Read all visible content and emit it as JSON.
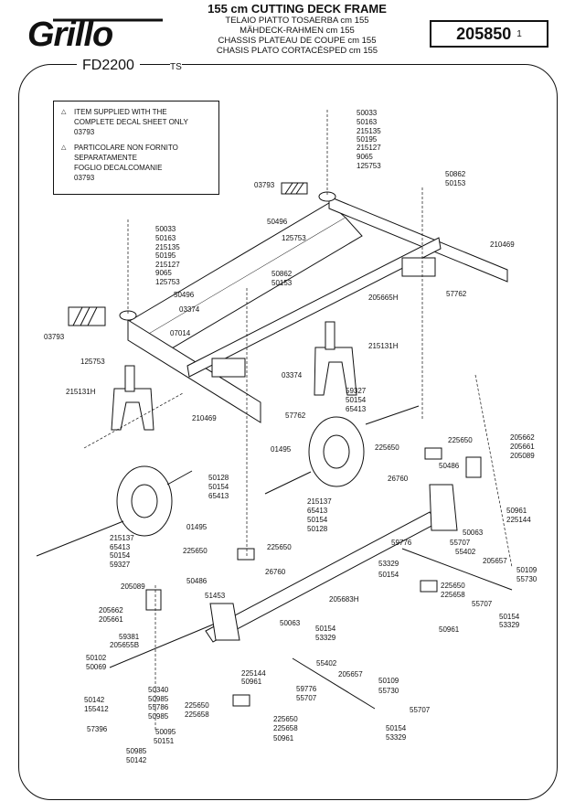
{
  "header": {
    "brand": "Grillo",
    "title": "155 cm CUTTING DECK FRAME",
    "subtitles": [
      "TELAIO PIATTO TOSAERBA cm 155",
      "MÄHDECK-RAHMEN cm 155",
      "CHASSIS PLATEAU DE COUPE cm 155",
      "CHASIS PLATO CORTACÉSPED cm 155"
    ],
    "code": "205850",
    "code_suffix": "1",
    "model": "FD2200",
    "model_suffix": "TS"
  },
  "notes": {
    "note1_line1": "ITEM SUPPLIED WITH THE",
    "note1_line2": "COMPLETE DECAL SHEET ONLY",
    "note1_code": "03793",
    "note2_line1": "PARTICOLARE NON FORNITO",
    "note2_line2": "SEPARATAMENTE",
    "note2_line3": "FOGLIO DECALCOMANIE",
    "note2_code": "03793"
  },
  "parts": [
    "50033",
    "50163",
    "215135",
    "50195",
    "215127",
    "9065",
    "125753",
    "50862",
    "50153",
    "03793",
    "50496",
    "125753",
    "210469",
    "50033",
    "50163",
    "215135",
    "50195",
    "215127",
    "9065",
    "125753",
    "50496",
    "50862",
    "50153",
    "57762",
    "205665H",
    "03374",
    "07014",
    "03793",
    "125753",
    "215131H",
    "03374",
    "215131H",
    "59327",
    "50154",
    "65413",
    "210469",
    "57762",
    "225650",
    "225650",
    "01495",
    "50486",
    "205662",
    "205661",
    "205089",
    "26760",
    "50128",
    "50154",
    "65413",
    "215137",
    "65413",
    "50154",
    "50128",
    "01495",
    "50961",
    "225144",
    "50063",
    "215137",
    "65413",
    "50154",
    "59327",
    "59776",
    "55707",
    "55402",
    "205657",
    "53329",
    "50154",
    "50109",
    "55730",
    "225650",
    "225650",
    "26760",
    "205683H",
    "51453",
    "205089",
    "50486",
    "225650",
    "225658",
    "55707",
    "50154",
    "53329",
    "50961",
    "205662",
    "205661",
    "50063",
    "50154",
    "53329",
    "59381",
    "205655B",
    "50102",
    "50069",
    "55402",
    "205657",
    "225144",
    "50961",
    "50340",
    "50985",
    "55786",
    "50985",
    "50142",
    "155412",
    "59776",
    "55707",
    "50109",
    "55730",
    "57396",
    "50095",
    "50151",
    "225650",
    "225658",
    "225650",
    "225658",
    "50961",
    "55707",
    "50154",
    "53329",
    "50985",
    "50142"
  ]
}
